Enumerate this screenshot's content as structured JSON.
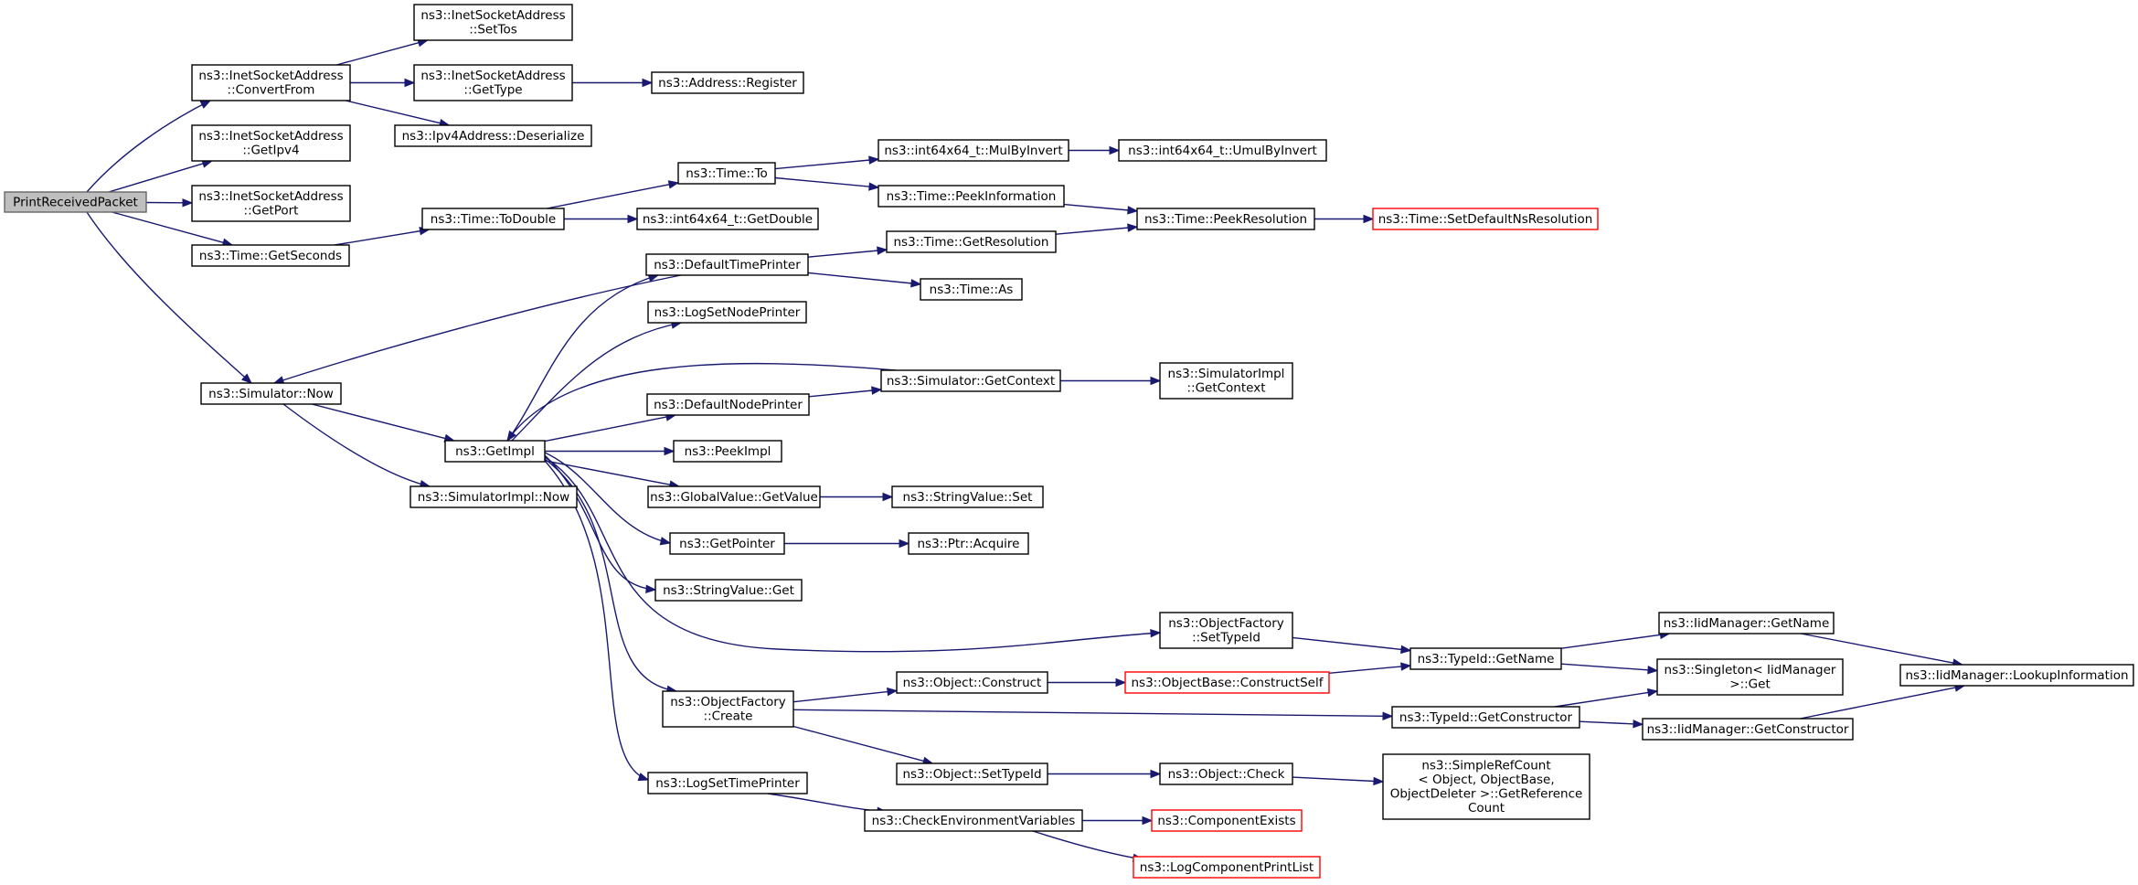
{
  "diagram": {
    "nodes": [
      {
        "id": "print_received_packet",
        "lines": [
          "PrintReceivedPacket"
        ],
        "style": "root"
      },
      {
        "id": "inet_convert_from",
        "lines": [
          "ns3::InetSocketAddress",
          "::ConvertFrom"
        ]
      },
      {
        "id": "inet_set_tos",
        "lines": [
          "ns3::InetSocketAddress",
          "::SetTos"
        ]
      },
      {
        "id": "inet_get_type",
        "lines": [
          "ns3::InetSocketAddress",
          "::GetType"
        ]
      },
      {
        "id": "address_register",
        "lines": [
          "ns3::Address::Register"
        ]
      },
      {
        "id": "ipv4_deserialize",
        "lines": [
          "ns3::Ipv4Address::Deserialize"
        ]
      },
      {
        "id": "inet_get_ipv4",
        "lines": [
          "ns3::InetSocketAddress",
          "::GetIpv4"
        ]
      },
      {
        "id": "inet_get_port",
        "lines": [
          "ns3::InetSocketAddress",
          "::GetPort"
        ]
      },
      {
        "id": "time_get_seconds",
        "lines": [
          "ns3::Time::GetSeconds"
        ]
      },
      {
        "id": "time_to_double",
        "lines": [
          "ns3::Time::ToDouble"
        ]
      },
      {
        "id": "time_to",
        "lines": [
          "ns3::Time::To"
        ]
      },
      {
        "id": "int64_get_double",
        "lines": [
          "ns3::int64x64_t::GetDouble"
        ]
      },
      {
        "id": "int64_mul_by_invert",
        "lines": [
          "ns3::int64x64_t::MulByInvert"
        ]
      },
      {
        "id": "int64_umul_by_invert",
        "lines": [
          "ns3::int64x64_t::UmulByInvert"
        ]
      },
      {
        "id": "time_peek_information",
        "lines": [
          "ns3::Time::PeekInformation"
        ]
      },
      {
        "id": "time_peek_resolution",
        "lines": [
          "ns3::Time::PeekResolution"
        ]
      },
      {
        "id": "time_set_default_ns_resolution",
        "lines": [
          "ns3::Time::SetDefaultNsResolution"
        ],
        "style": "red"
      },
      {
        "id": "time_get_resolution",
        "lines": [
          "ns3::Time::GetResolution"
        ]
      },
      {
        "id": "default_time_printer",
        "lines": [
          "ns3::DefaultTimePrinter"
        ]
      },
      {
        "id": "time_as",
        "lines": [
          "ns3::Time::As"
        ]
      },
      {
        "id": "log_set_node_printer",
        "lines": [
          "ns3::LogSetNodePrinter"
        ]
      },
      {
        "id": "simulator_now",
        "lines": [
          "ns3::Simulator::Now"
        ]
      },
      {
        "id": "simulator_get_context",
        "lines": [
          "ns3::Simulator::GetContext"
        ]
      },
      {
        "id": "simulator_impl_get_context",
        "lines": [
          "ns3::SimulatorImpl",
          "::GetContext"
        ]
      },
      {
        "id": "default_node_printer",
        "lines": [
          "ns3::DefaultNodePrinter"
        ]
      },
      {
        "id": "get_impl",
        "lines": [
          "ns3::GetImpl"
        ]
      },
      {
        "id": "peek_impl",
        "lines": [
          "ns3::PeekImpl"
        ]
      },
      {
        "id": "simulator_impl_now",
        "lines": [
          "ns3::SimulatorImpl::Now"
        ]
      },
      {
        "id": "global_value_get_value",
        "lines": [
          "ns3::GlobalValue::GetValue"
        ]
      },
      {
        "id": "string_value_set",
        "lines": [
          "ns3::StringValue::Set"
        ]
      },
      {
        "id": "get_pointer",
        "lines": [
          "ns3::GetPointer"
        ]
      },
      {
        "id": "ptr_acquire",
        "lines": [
          "ns3::Ptr::Acquire"
        ]
      },
      {
        "id": "string_value_get",
        "lines": [
          "ns3::StringValue::Get"
        ]
      },
      {
        "id": "object_factory_set_type_id",
        "lines": [
          "ns3::ObjectFactory",
          "::SetTypeId"
        ]
      },
      {
        "id": "type_id_get_name",
        "lines": [
          "ns3::TypeId::GetName"
        ]
      },
      {
        "id": "iid_manager_get_name",
        "lines": [
          "ns3::IidManager::GetName"
        ]
      },
      {
        "id": "iid_manager_lookup_information",
        "lines": [
          "ns3::IidManager::LookupInformation"
        ]
      },
      {
        "id": "singleton_get",
        "lines": [
          "ns3::Singleton< IidManager",
          " >::Get"
        ]
      },
      {
        "id": "object_construct",
        "lines": [
          "ns3::Object::Construct"
        ]
      },
      {
        "id": "object_base_construct_self",
        "lines": [
          "ns3::ObjectBase::ConstructSelf"
        ],
        "style": "red"
      },
      {
        "id": "object_factory_create",
        "lines": [
          "ns3::ObjectFactory",
          "::Create"
        ]
      },
      {
        "id": "type_id_get_constructor",
        "lines": [
          "ns3::TypeId::GetConstructor"
        ]
      },
      {
        "id": "iid_manager_get_constructor",
        "lines": [
          "ns3::IidManager::GetConstructor"
        ]
      },
      {
        "id": "object_set_type_id",
        "lines": [
          "ns3::Object::SetTypeId"
        ]
      },
      {
        "id": "object_check",
        "lines": [
          "ns3::Object::Check"
        ]
      },
      {
        "id": "simple_ref_count",
        "lines": [
          "ns3::SimpleRefCount",
          "< Object, ObjectBase,",
          " ObjectDeleter >::GetReference",
          "Count"
        ]
      },
      {
        "id": "log_set_time_printer",
        "lines": [
          "ns3::LogSetTimePrinter"
        ]
      },
      {
        "id": "check_environment_variables",
        "lines": [
          "ns3::CheckEnvironmentVariables"
        ]
      },
      {
        "id": "component_exists",
        "lines": [
          "ns3::ComponentExists"
        ],
        "style": "red"
      },
      {
        "id": "log_component_print_list",
        "lines": [
          "ns3::LogComponentPrintList"
        ],
        "style": "red"
      }
    ],
    "edges": [
      [
        "print_received_packet",
        "inet_convert_from"
      ],
      [
        "print_received_packet",
        "inet_get_ipv4"
      ],
      [
        "print_received_packet",
        "inet_get_port"
      ],
      [
        "print_received_packet",
        "time_get_seconds"
      ],
      [
        "print_received_packet",
        "simulator_now"
      ],
      [
        "inet_convert_from",
        "inet_set_tos"
      ],
      [
        "inet_convert_from",
        "inet_get_type"
      ],
      [
        "inet_convert_from",
        "ipv4_deserialize"
      ],
      [
        "inet_get_type",
        "address_register"
      ],
      [
        "time_get_seconds",
        "time_to_double"
      ],
      [
        "time_to_double",
        "time_to"
      ],
      [
        "time_to_double",
        "int64_get_double"
      ],
      [
        "time_to",
        "int64_mul_by_invert"
      ],
      [
        "time_to",
        "time_peek_information"
      ],
      [
        "int64_mul_by_invert",
        "int64_umul_by_invert"
      ],
      [
        "time_peek_information",
        "time_peek_resolution"
      ],
      [
        "time_peek_resolution",
        "time_set_default_ns_resolution"
      ],
      [
        "time_get_resolution",
        "time_peek_resolution"
      ],
      [
        "default_time_printer",
        "time_get_resolution"
      ],
      [
        "default_time_printer",
        "time_as"
      ],
      [
        "default_time_printer",
        "simulator_now"
      ],
      [
        "simulator_now",
        "get_impl"
      ],
      [
        "simulator_now",
        "simulator_impl_now"
      ],
      [
        "get_impl",
        "default_time_printer"
      ],
      [
        "get_impl",
        "log_set_node_printer"
      ],
      [
        "get_impl",
        "default_node_printer"
      ],
      [
        "get_impl",
        "peek_impl"
      ],
      [
        "get_impl",
        "global_value_get_value"
      ],
      [
        "get_impl",
        "get_pointer"
      ],
      [
        "get_impl",
        "string_value_get"
      ],
      [
        "get_impl",
        "object_factory_set_type_id"
      ],
      [
        "get_impl",
        "object_factory_create"
      ],
      [
        "get_impl",
        "log_set_time_printer"
      ],
      [
        "simulator_get_context",
        "get_impl"
      ],
      [
        "default_node_printer",
        "simulator_get_context"
      ],
      [
        "simulator_get_context",
        "simulator_impl_get_context"
      ],
      [
        "global_value_get_value",
        "string_value_set"
      ],
      [
        "get_pointer",
        "ptr_acquire"
      ],
      [
        "object_factory_set_type_id",
        "type_id_get_name"
      ],
      [
        "type_id_get_name",
        "iid_manager_get_name"
      ],
      [
        "type_id_get_name",
        "singleton_get"
      ],
      [
        "iid_manager_get_name",
        "iid_manager_lookup_information"
      ],
      [
        "object_factory_create",
        "object_construct"
      ],
      [
        "object_factory_create",
        "type_id_get_constructor"
      ],
      [
        "object_factory_create",
        "object_set_type_id"
      ],
      [
        "object_construct",
        "object_base_construct_self"
      ],
      [
        "object_base_construct_self",
        "type_id_get_name"
      ],
      [
        "type_id_get_constructor",
        "singleton_get"
      ],
      [
        "type_id_get_constructor",
        "iid_manager_get_constructor"
      ],
      [
        "iid_manager_get_constructor",
        "iid_manager_lookup_information"
      ],
      [
        "object_set_type_id",
        "object_check"
      ],
      [
        "object_check",
        "simple_ref_count"
      ],
      [
        "log_set_time_printer",
        "check_environment_variables"
      ],
      [
        "check_environment_variables",
        "component_exists"
      ],
      [
        "check_environment_variables",
        "log_component_print_list"
      ]
    ]
  }
}
